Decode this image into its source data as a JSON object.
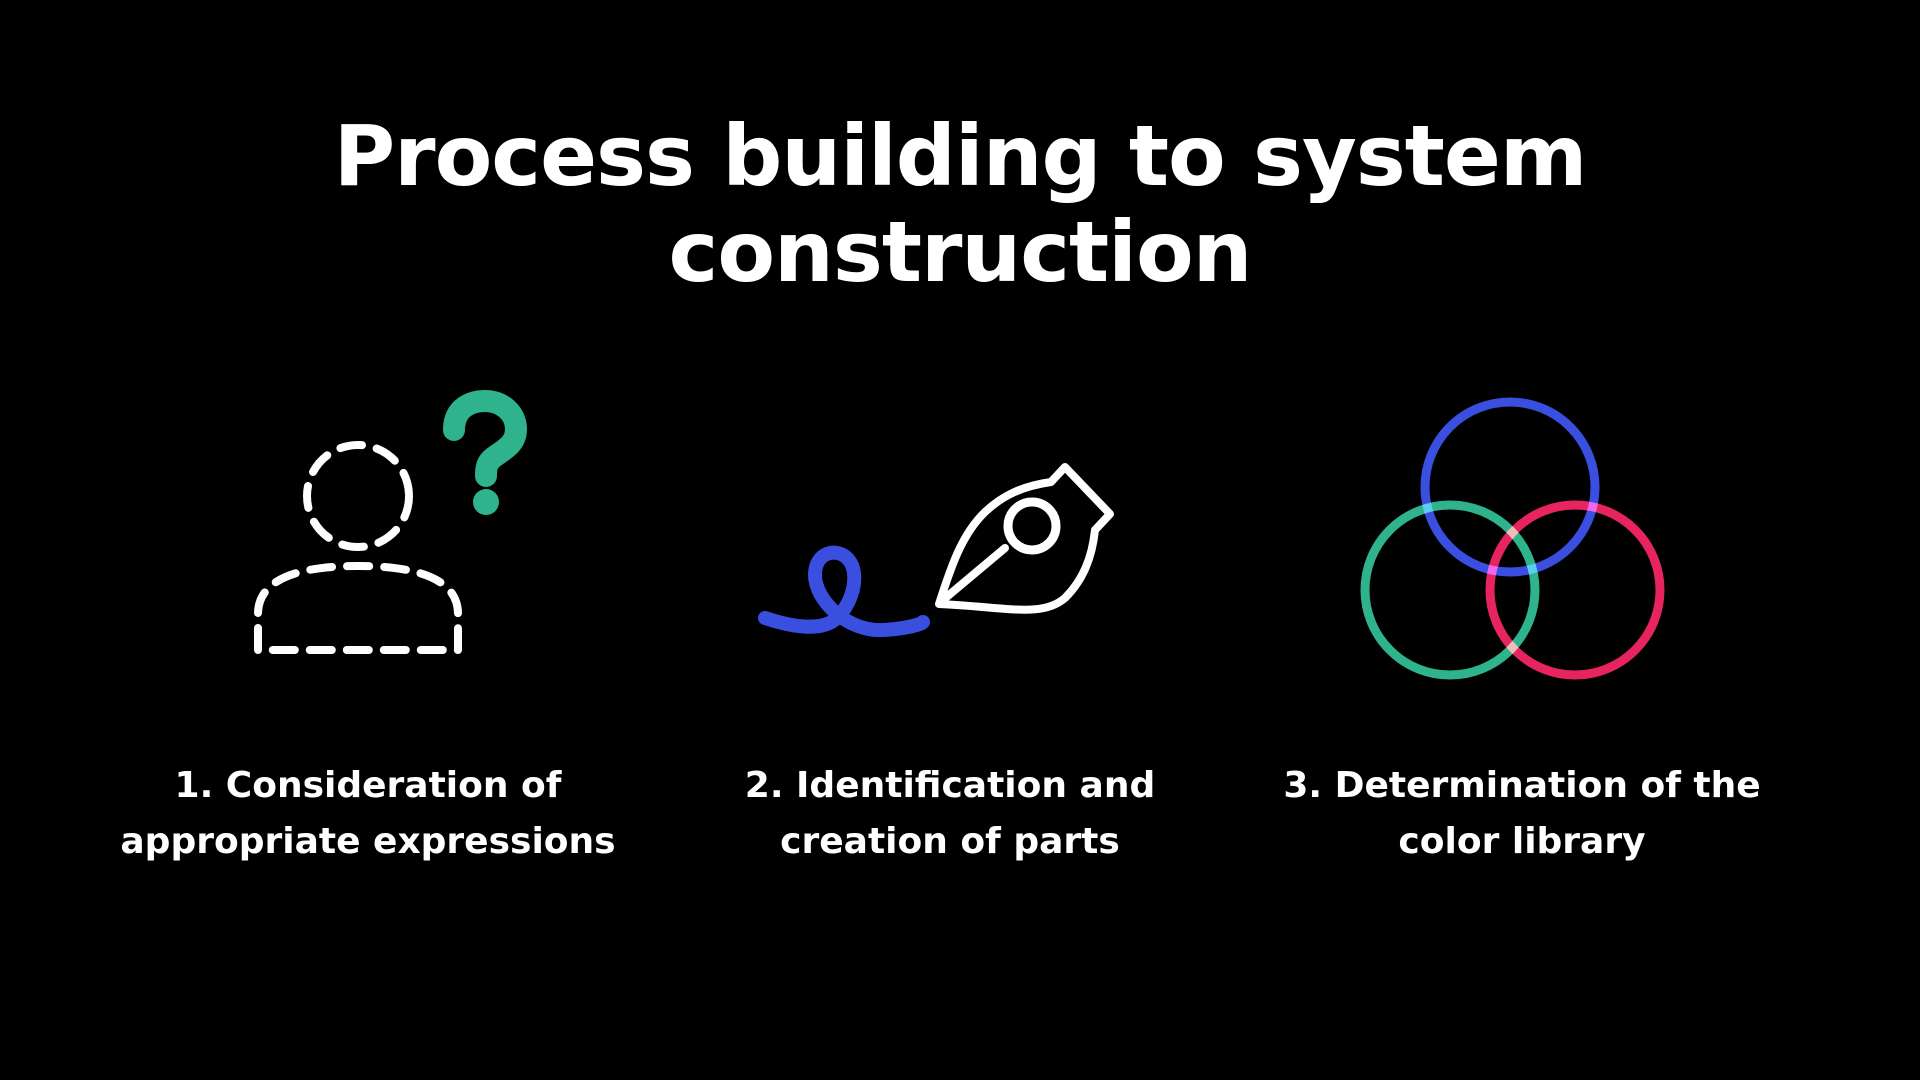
{
  "title": {
    "line1": "Process building to system",
    "line2": "construction"
  },
  "steps": [
    {
      "icon": "person-question-icon",
      "line1": "1. Consideration of",
      "line2": "appropriate expressions"
    },
    {
      "icon": "pen-tool-icon",
      "line1": "2. Identification and",
      "line2": "creation of parts"
    },
    {
      "icon": "color-circles-icon",
      "line1": "3. Determination of the",
      "line2": "color library"
    }
  ],
  "colors": {
    "background": "#000000",
    "text": "#ffffff",
    "question_mark": "#2fb38c",
    "curve_blue": "#3a4fe0",
    "circle_blue": "#3a4fe0",
    "circle_green": "#2fb38c",
    "circle_red": "#e8245f"
  }
}
